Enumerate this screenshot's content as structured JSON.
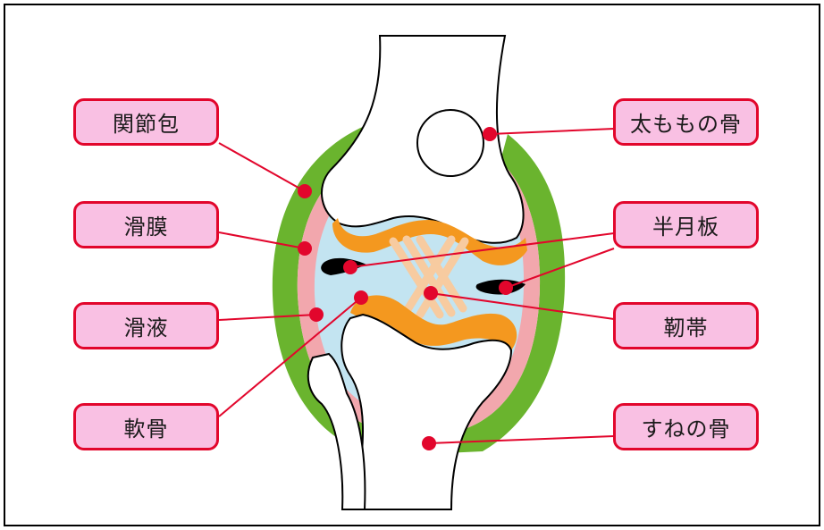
{
  "labels": {
    "joint_capsule": "関節包",
    "synovial_membrane": "滑膜",
    "synovial_fluid": "滑液",
    "cartilage": "軟骨",
    "femur": "太ももの骨",
    "meniscus": "半月板",
    "ligament": "靭帯",
    "tibia": "すねの骨"
  },
  "colors": {
    "label_fill": "#f9c0e3",
    "label_border": "#e2062c",
    "capsule_green": "#6ab42e",
    "membrane_pink": "#f2a7ad",
    "fluid_blue": "#c3e4f1",
    "cartilage_orange": "#f4981f",
    "ligament_peach": "#f7cba0",
    "dot_red": "#e2062c"
  }
}
